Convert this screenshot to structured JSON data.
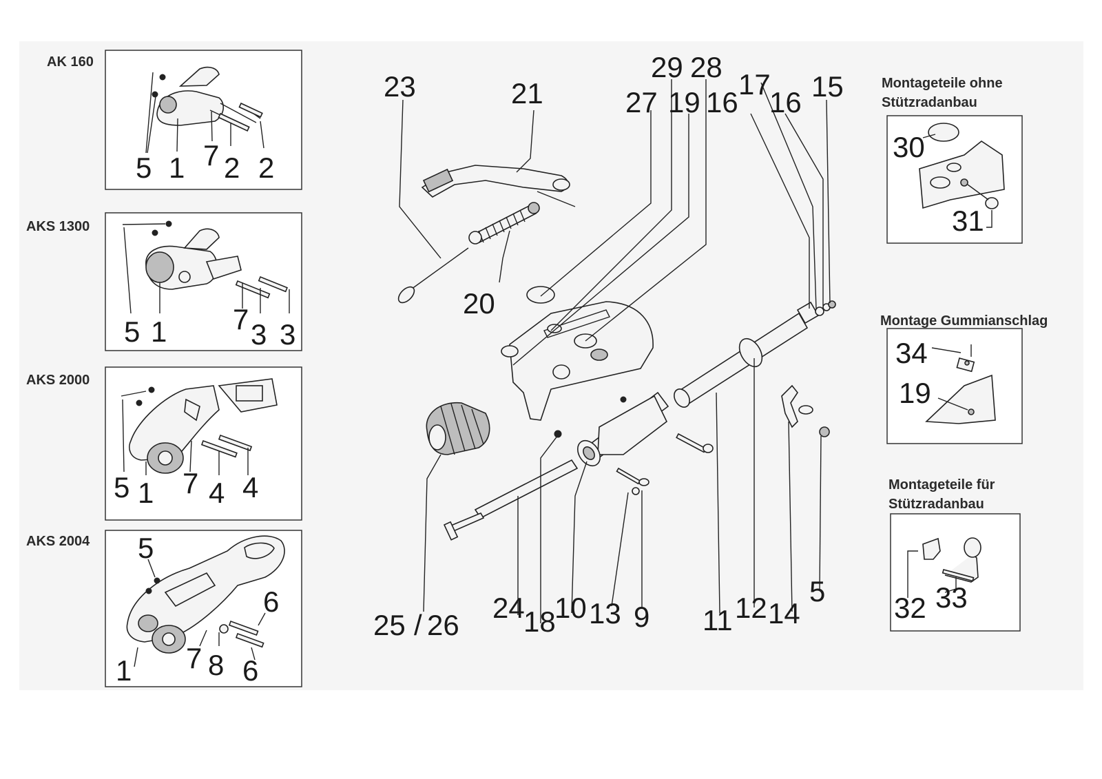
{
  "headings": {
    "ak160": "AK 160",
    "aks1300": "AKS 1300",
    "aks2000": "AKS 2000",
    "aks2004": "AKS 2004",
    "ohne_line1": "Montageteile ohne",
    "ohne_line2": "Stützradanbau",
    "gummi": "Montage Gummianschlag",
    "fuer_line1": "Montageteile für",
    "fuer_line2": "Stützradanbau"
  },
  "labels": {
    "ak160": [
      "5",
      "1",
      "7",
      "2",
      "2"
    ],
    "aks1300": [
      "5",
      "1",
      "7",
      "3",
      "3"
    ],
    "aks2000": [
      "5",
      "1",
      "7",
      "4",
      "4"
    ],
    "aks2004": [
      "5",
      "6",
      "1",
      "7",
      "8",
      "6"
    ],
    "main": [
      "23",
      "21",
      "20",
      "29",
      "28",
      "27",
      "19",
      "16",
      "17",
      "16",
      "15",
      "25",
      "/",
      "26",
      "24",
      "18",
      "10",
      "13",
      "9",
      "11",
      "12",
      "14",
      "5"
    ],
    "ohne": [
      "30",
      "31"
    ],
    "gummi": [
      "34",
      "19"
    ],
    "fuer": [
      "32",
      "33"
    ]
  }
}
